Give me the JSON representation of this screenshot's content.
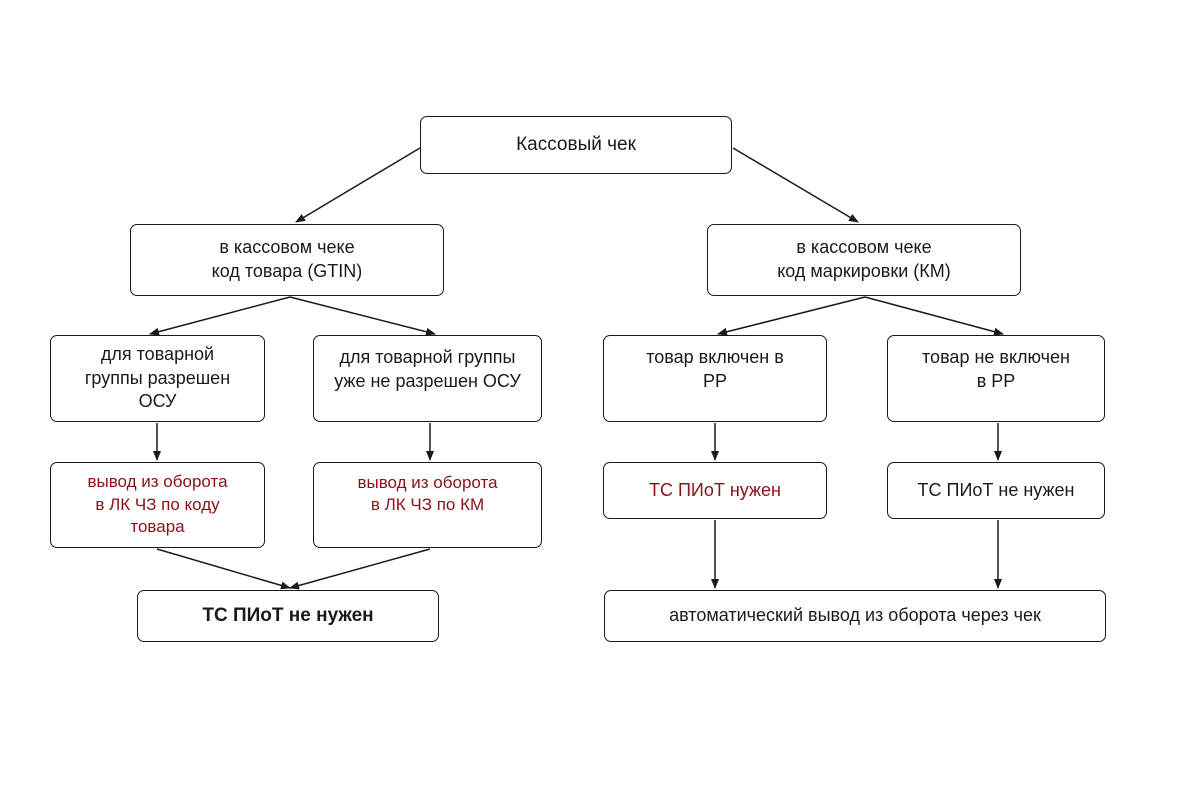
{
  "colors": {
    "stroke": "#1a1a1a",
    "text": "#1a1a1a",
    "accent": "#8a1218"
  },
  "nodes": {
    "root": {
      "lines": [
        "Кассовый чек"
      ]
    },
    "gtin": {
      "lines": [
        "в кассовом чеке",
        "код товара (GTIN)"
      ]
    },
    "km": {
      "lines": [
        "в кассовом чеке",
        "код маркировки (КМ)"
      ]
    },
    "osu_allowed": {
      "lines": [
        "для товарной",
        "группы разрешен",
        "ОСУ"
      ]
    },
    "osu_not_allowed": {
      "lines": [
        "для товарной группы",
        "уже не разрешен ОСУ"
      ]
    },
    "rr_included": {
      "lines": [
        "товар включен в",
        "РР"
      ]
    },
    "rr_not_included": {
      "lines": [
        "товар не включен",
        "в РР"
      ]
    },
    "withdraw_by_code": {
      "lines": [
        "вывод из оборота",
        "в ЛК ЧЗ по коду",
        "товара"
      ]
    },
    "withdraw_by_km": {
      "lines": [
        "вывод из оборота",
        "в ЛК ЧЗ по КМ"
      ]
    },
    "ts_piot_needed": {
      "lines": [
        "ТС ПИоТ нужен"
      ]
    },
    "ts_piot_not_needed_right": {
      "lines": [
        "ТС ПИоТ не нужен"
      ]
    },
    "ts_piot_not_needed_left": {
      "lines": [
        "ТС ПИоТ не нужен"
      ]
    },
    "auto_withdraw": {
      "lines": [
        "автоматический вывод из оборота через чек"
      ]
    }
  }
}
